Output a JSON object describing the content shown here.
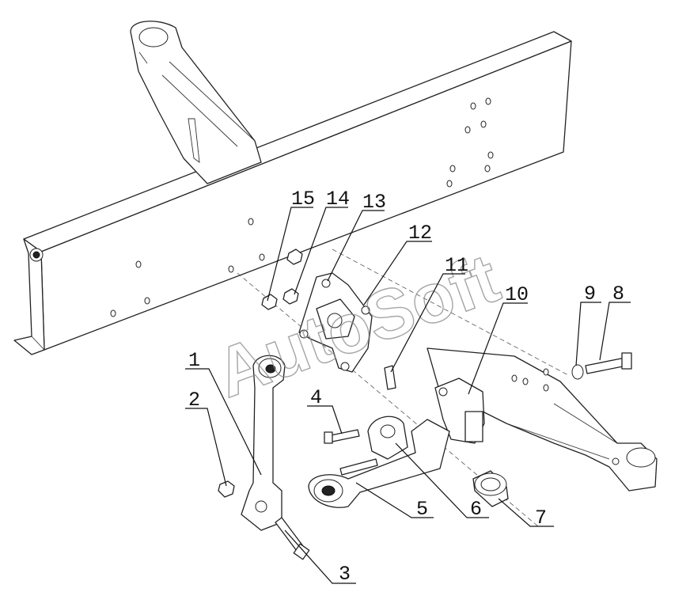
{
  "watermark": "AutoSoft",
  "callouts": [
    {
      "id": "c1",
      "label": "1"
    },
    {
      "id": "c2",
      "label": "2"
    },
    {
      "id": "c3",
      "label": "3"
    },
    {
      "id": "c4",
      "label": "4"
    },
    {
      "id": "c5",
      "label": "5"
    },
    {
      "id": "c6",
      "label": "6"
    },
    {
      "id": "c7",
      "label": "7"
    },
    {
      "id": "c8",
      "label": "8"
    },
    {
      "id": "c9",
      "label": "9"
    },
    {
      "id": "c10",
      "label": "10"
    },
    {
      "id": "c11",
      "label": "11"
    },
    {
      "id": "c12",
      "label": "12"
    },
    {
      "id": "c13",
      "label": "13"
    },
    {
      "id": "c14",
      "label": "14"
    },
    {
      "id": "c15",
      "label": "15"
    }
  ]
}
